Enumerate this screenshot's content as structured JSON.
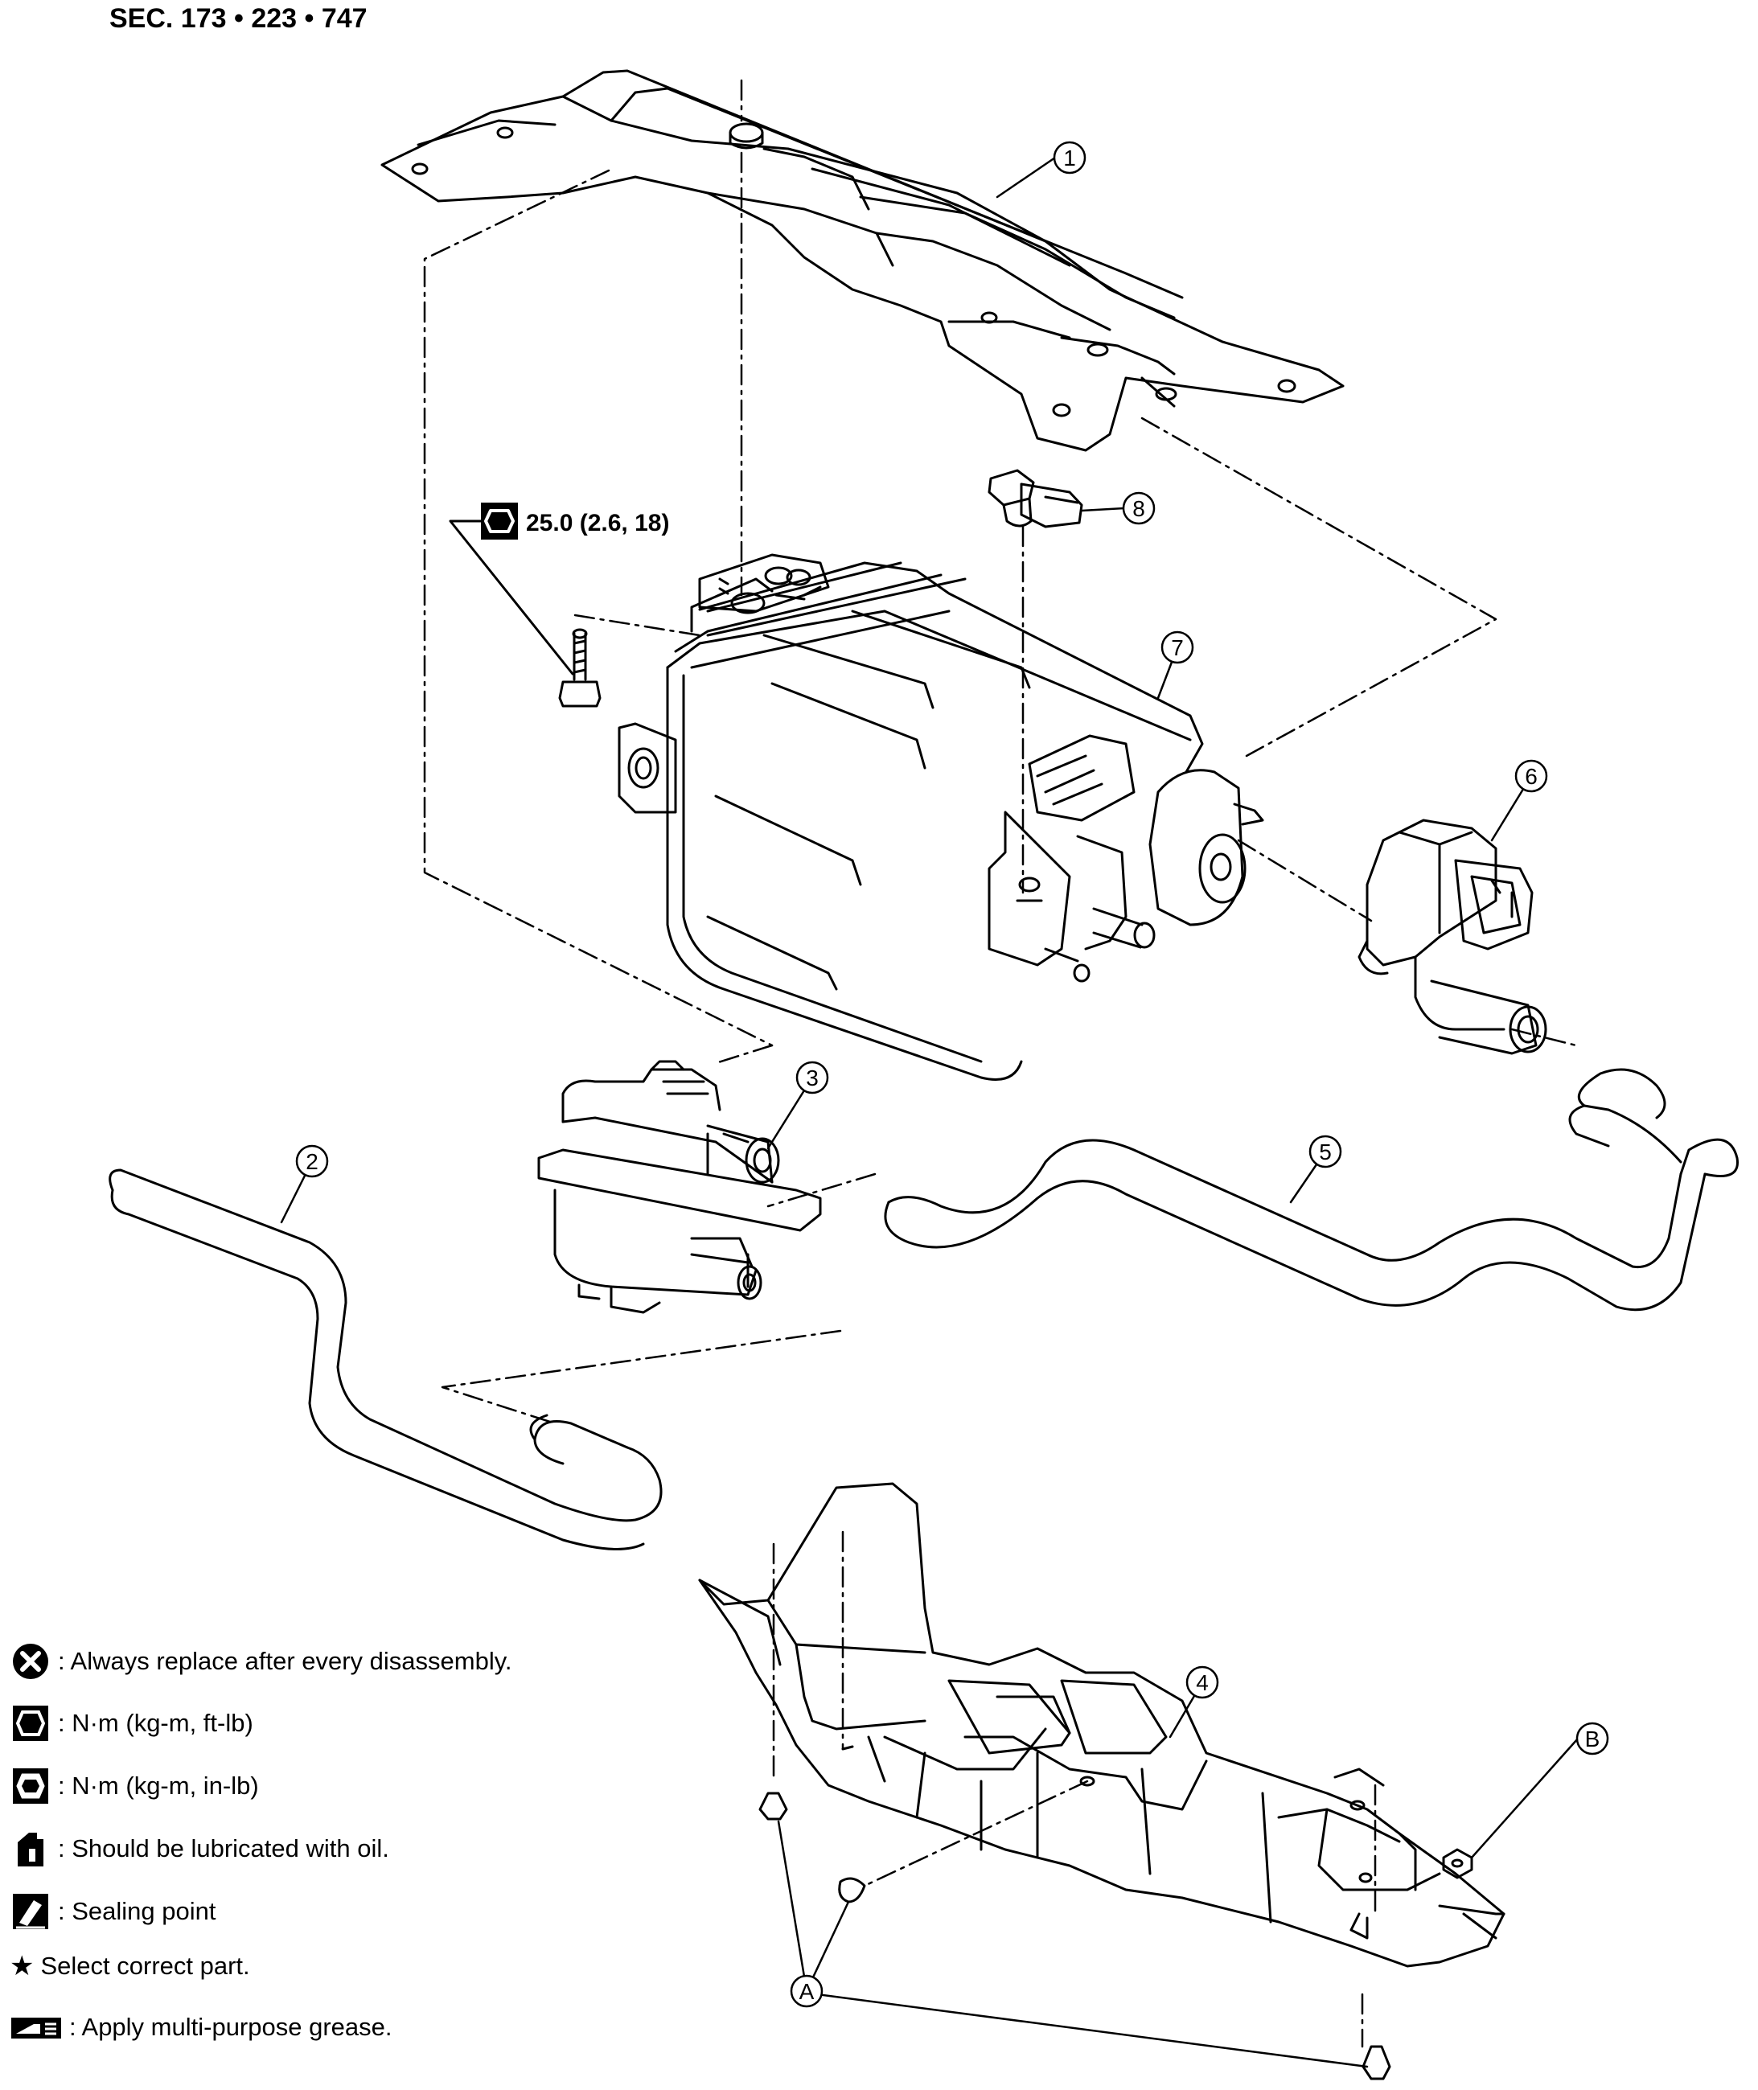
{
  "header": {
    "section": "SEC. 173 • 223 • 747"
  },
  "torque_spec": "25.0 (2.6, 18)",
  "callouts": [
    "1",
    "2",
    "3",
    "4",
    "5",
    "6",
    "7",
    "8",
    "A",
    "B"
  ],
  "legend": [
    {
      "icon": "replace-x-icon",
      "text": ": Always replace after every disassembly."
    },
    {
      "icon": "torque-ftlb-icon",
      "text": ": N·m (kg-m, ft-lb)"
    },
    {
      "icon": "torque-inlb-icon",
      "text": ": N·m (kg-m, in-lb)"
    },
    {
      "icon": "oil-can-icon",
      "text": ": Should be lubricated with oil."
    },
    {
      "icon": "sealant-icon",
      "text": ": Sealing point"
    },
    {
      "icon": "star-icon",
      "text": "Select correct part."
    },
    {
      "icon": "grease-icon",
      "text": ": Apply multi-purpose grease."
    }
  ]
}
